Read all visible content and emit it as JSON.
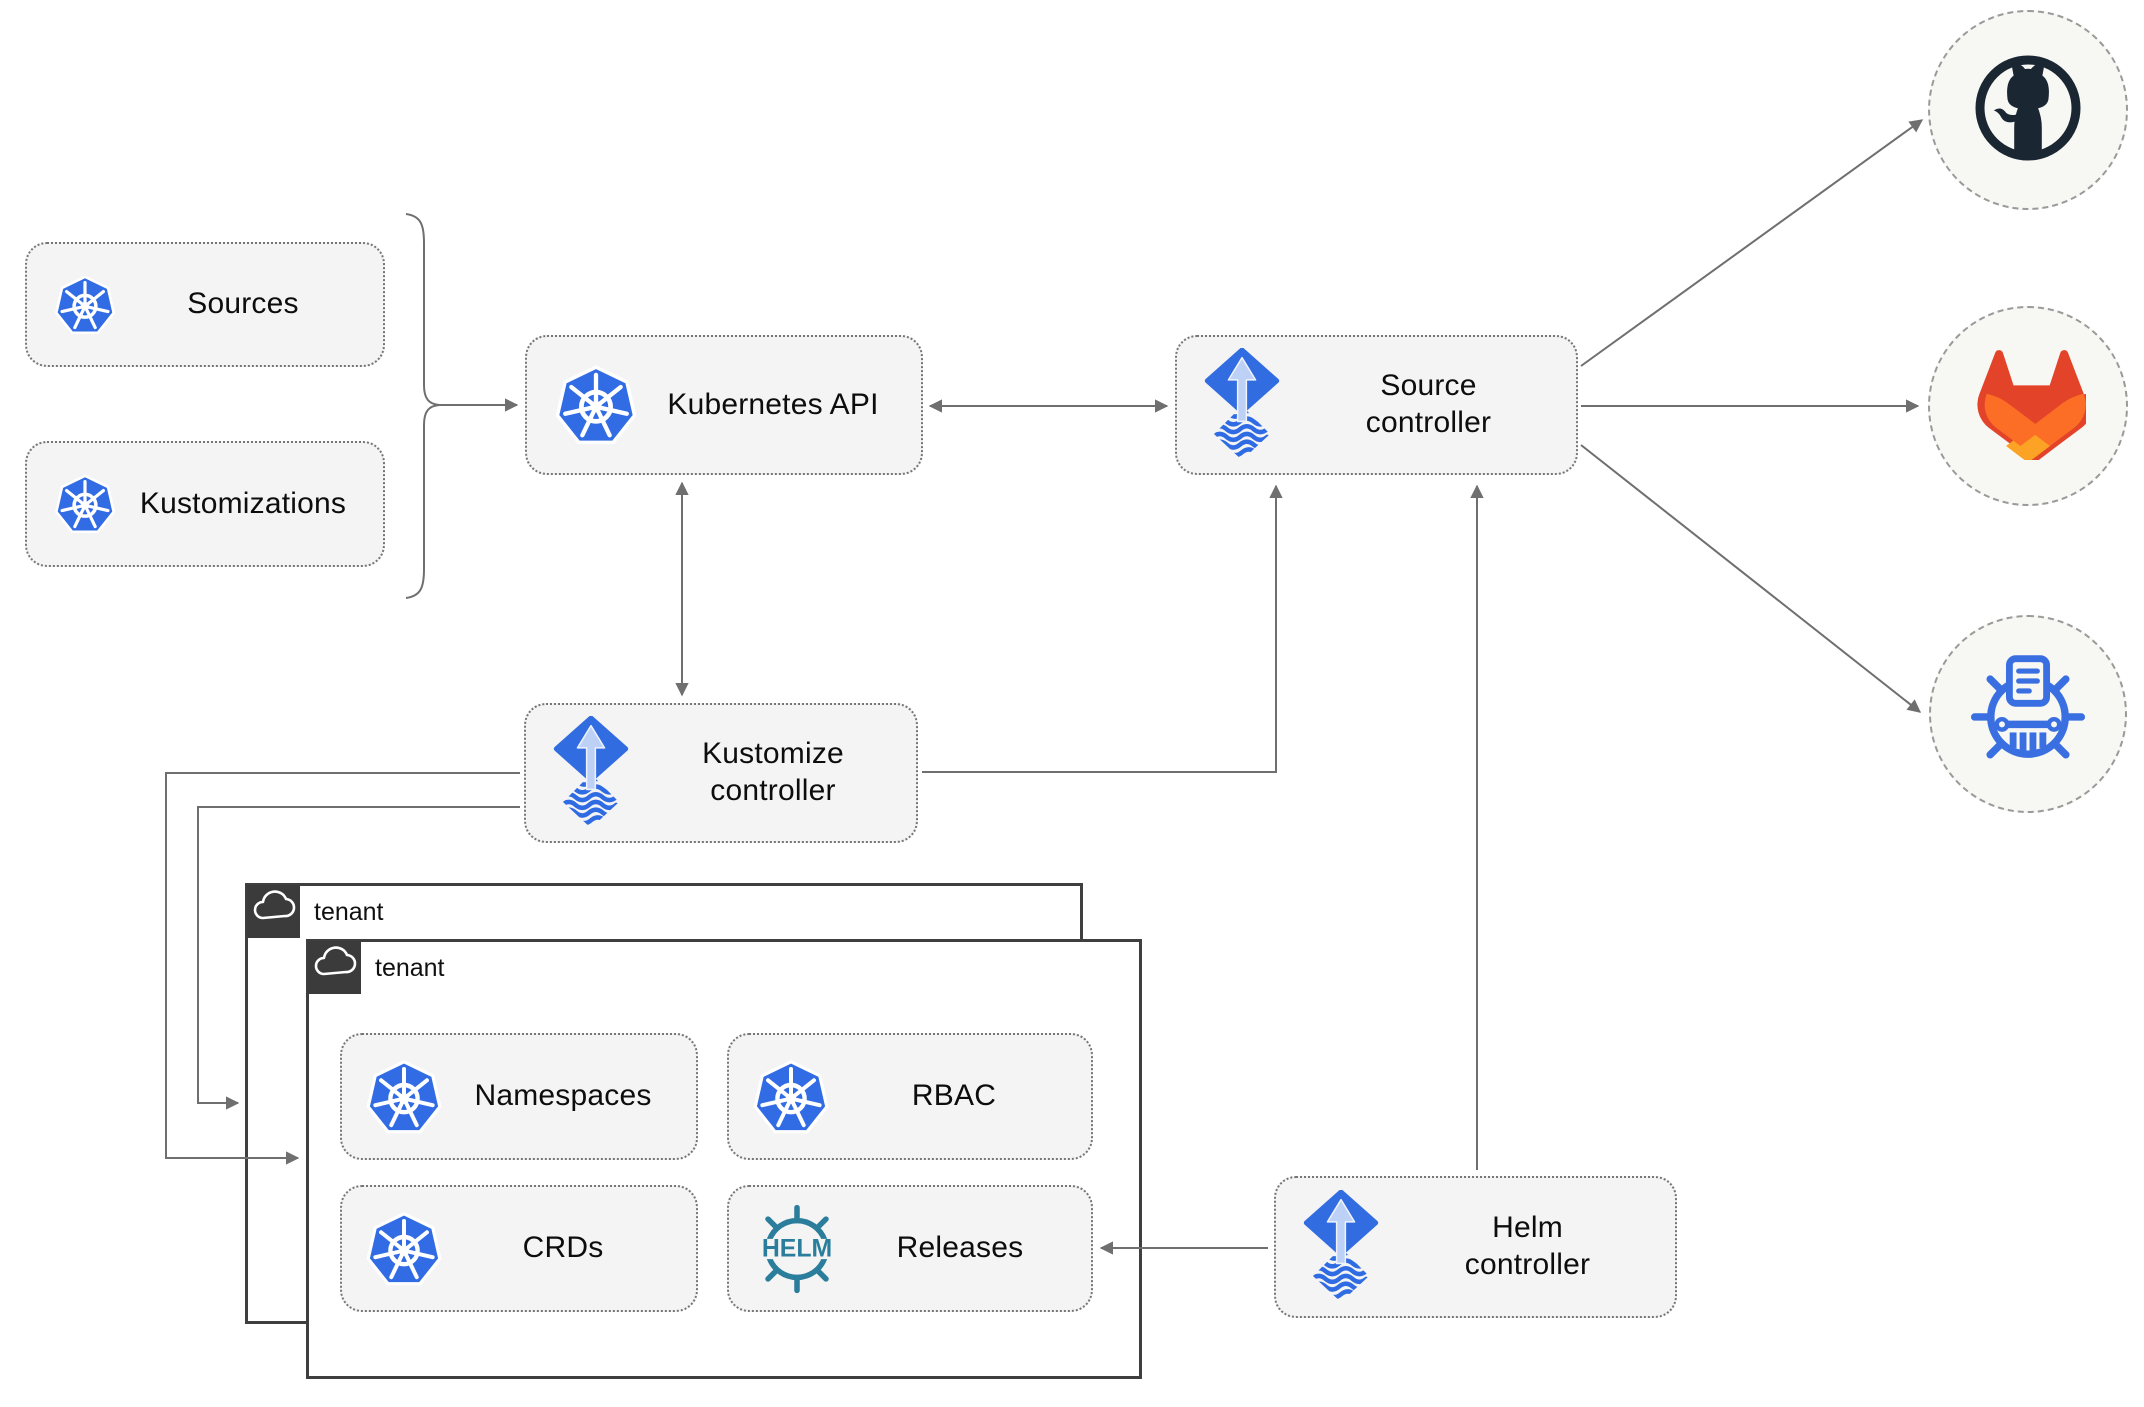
{
  "nodes": {
    "sources": {
      "label": "Sources",
      "icon": "kubernetes-icon"
    },
    "kustomizations": {
      "label": "Kustomizations",
      "icon": "kubernetes-icon"
    },
    "kubernetes_api": {
      "label": "Kubernetes API",
      "icon": "kubernetes-icon"
    },
    "source_controller": {
      "label": "Source controller",
      "icon": "flux-icon"
    },
    "kustomize_controller": {
      "label": "Kustomize controller",
      "icon": "flux-icon"
    },
    "helm_controller": {
      "label": "Helm controller",
      "icon": "flux-icon"
    },
    "namespaces": {
      "label": "Namespaces",
      "icon": "kubernetes-icon"
    },
    "rbac": {
      "label": "RBAC",
      "icon": "kubernetes-icon"
    },
    "crds": {
      "label": "CRDs",
      "icon": "kubernetes-icon"
    },
    "releases": {
      "label": "Releases",
      "icon": "helm-wheel-icon"
    }
  },
  "tenants": {
    "back": {
      "label": "tenant",
      "icon": "cloud-icon"
    },
    "front": {
      "label": "tenant",
      "icon": "cloud-icon"
    }
  },
  "endpoints": {
    "github": {
      "icon": "github-icon"
    },
    "gitlab": {
      "icon": "gitlab-icon"
    },
    "helm_repository": {
      "icon": "chartmuseum-icon"
    }
  },
  "helm_logo_text": "HELM",
  "colors": {
    "kubernetes_blue": "#326ce5",
    "flux_blue": "#316de1",
    "flux_arrow_light": "#bdd0f5",
    "helm_teal": "#2b7d9c",
    "chartmuseum_blue": "#3a6fe2",
    "github_dark": "#1b2633",
    "gitlab_red": "#e24329",
    "gitlab_orange": "#fc6d26",
    "gitlab_yellow": "#fca326",
    "connector_gray": "#6f6f6f",
    "node_fill": "#f4f4f4",
    "tenant_border": "#3f3f3f"
  }
}
